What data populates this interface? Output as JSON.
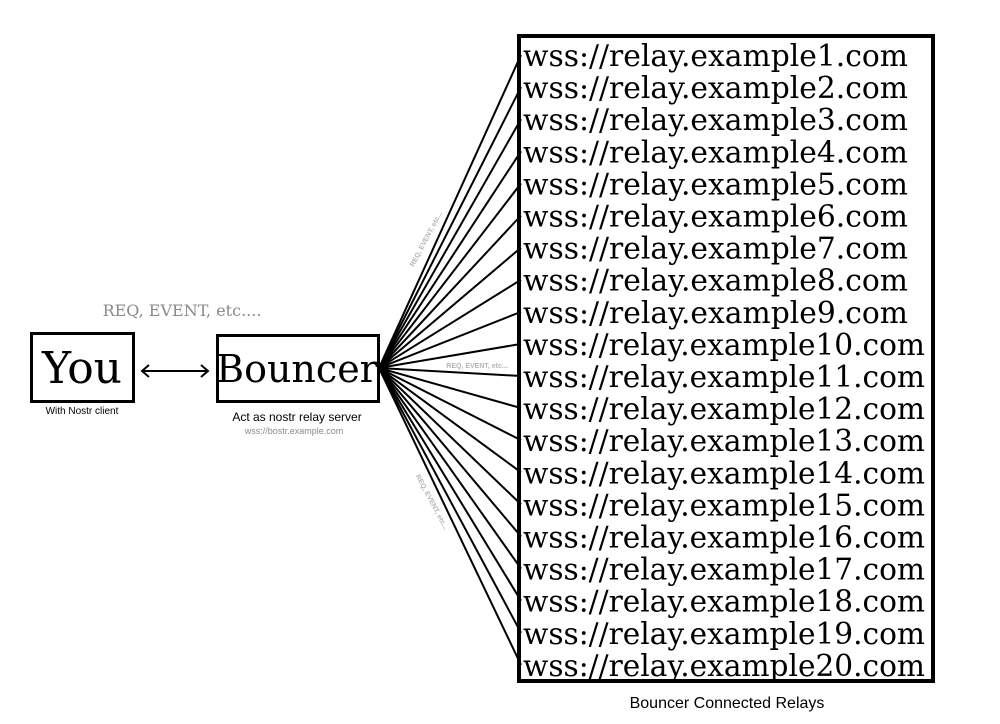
{
  "you": {
    "label": "You",
    "caption": "With Nostr client"
  },
  "bouncer": {
    "label": "Bouncer",
    "caption": "Act as nostr relay server",
    "url": "wss://bostr.example.com"
  },
  "messages": {
    "main": "REQ, EVENT, etc....",
    "upper": "REQ, EVENT, etc...",
    "middle": "REQ, EVENT, etc...",
    "lower": "REQ, EVENT, etc..."
  },
  "relays": {
    "caption": "Bouncer Connected Relays",
    "items": [
      "wss://relay.example1.com",
      "wss://relay.example2.com",
      "wss://relay.example3.com",
      "wss://relay.example4.com",
      "wss://relay.example5.com",
      "wss://relay.example6.com",
      "wss://relay.example7.com",
      "wss://relay.example8.com",
      "wss://relay.example9.com",
      "wss://relay.example10.com",
      "wss://relay.example11.com",
      "wss://relay.example12.com",
      "wss://relay.example13.com",
      "wss://relay.example14.com",
      "wss://relay.example15.com",
      "wss://relay.example16.com",
      "wss://relay.example17.com",
      "wss://relay.example18.com",
      "wss://relay.example19.com",
      "wss://relay.example20.com"
    ]
  },
  "colors": {
    "stroke": "#000000",
    "muted": "#8a8a8a",
    "faint": "#b5b5b5"
  }
}
